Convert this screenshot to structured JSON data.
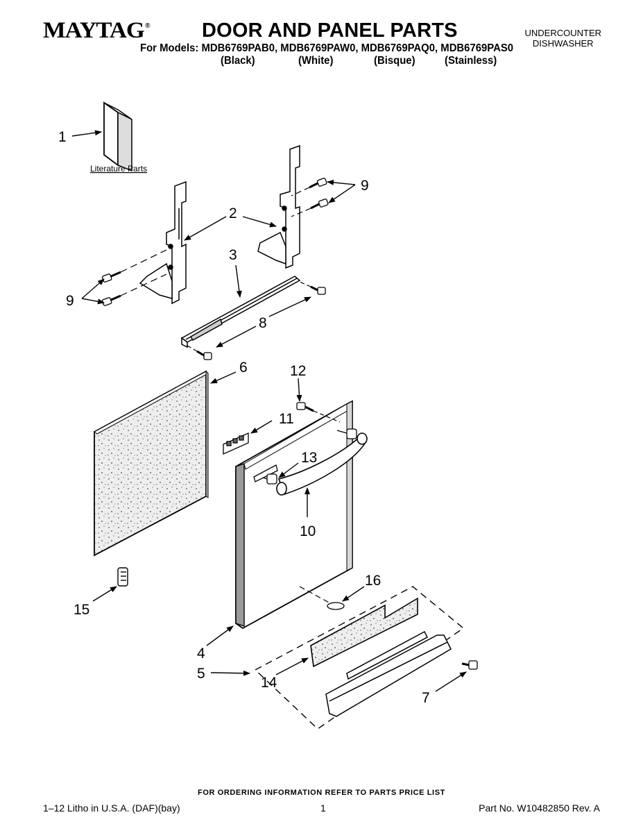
{
  "header": {
    "brand": "MAYTAG",
    "brand_mark": "®",
    "title": "DOOR AND PANEL PARTS",
    "product_line1": "UNDERCOUNTER",
    "product_line2": "DISHWASHER",
    "models_line": "For Models: MDB6769PAB0, MDB6769PAW0, MDB6769PAQ0, MDB6769PAS0",
    "finishes": [
      "(Black)",
      "(White)",
      "(Bisque)",
      "(Stainless)"
    ]
  },
  "diagram": {
    "literature_label": "Literature Parts",
    "callouts": [
      "1",
      "2",
      "3",
      "4",
      "5",
      "6",
      "7",
      "8",
      "9",
      "9",
      "10",
      "11",
      "12",
      "13",
      "14",
      "15",
      "16"
    ]
  },
  "footer": {
    "ordering_note": "FOR ORDERING INFORMATION REFER TO PARTS PRICE LIST",
    "litho": "1–12 Litho in U.S.A. (DAF)(bay)",
    "page": "1",
    "part_no": "Part No. W10482850 Rev. A"
  },
  "colors": {
    "ink": "#000000",
    "paper": "#ffffff",
    "panel_fill": "#e6e6e6"
  }
}
